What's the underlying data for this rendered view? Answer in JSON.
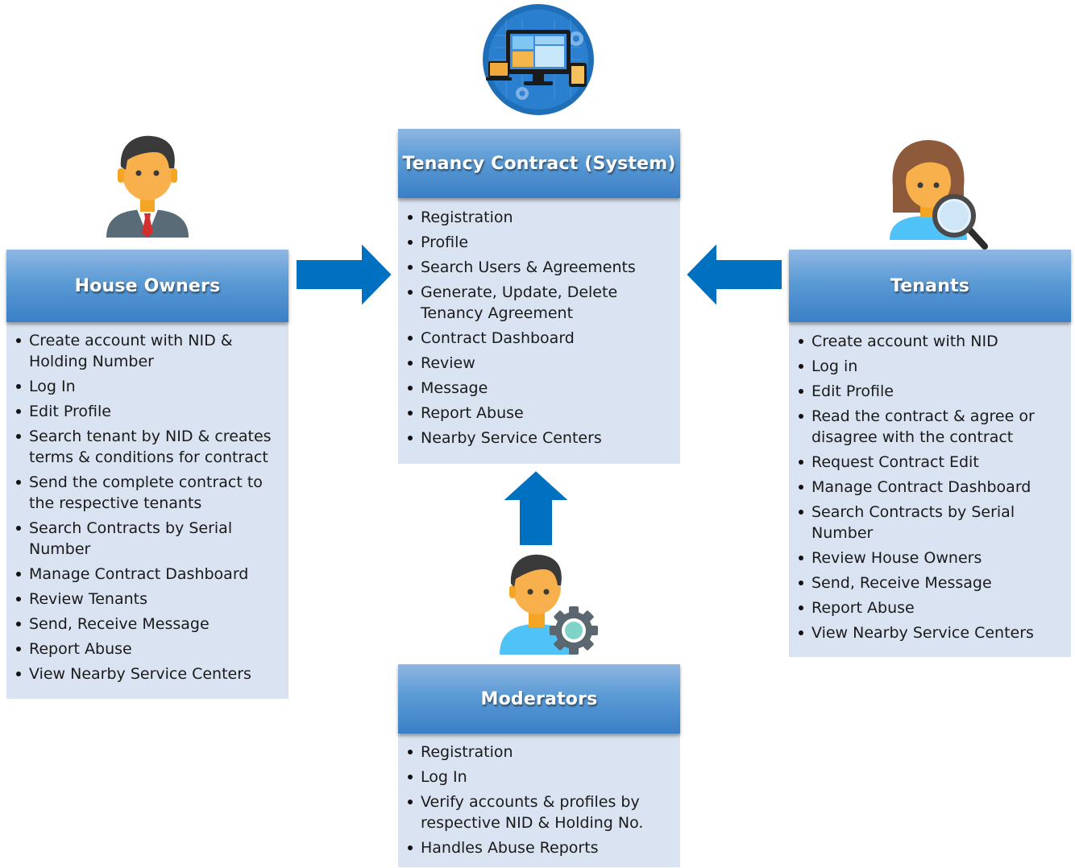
{
  "colors": {
    "header_blue": "#5b9bd5",
    "panel_fill": "#dae3f1",
    "arrow_blue": "#0070c0",
    "person_skin": "#f7b04b",
    "tenant_shirt": "#4fc3f7"
  },
  "center": {
    "icon": "monitor-devices-icon",
    "title": "Tenancy Contract (System)",
    "items": [
      "Registration",
      "Profile",
      "Search Users & Agreements",
      "Generate, Update, Delete Tenancy Agreement",
      "Contract Dashboard",
      "Review",
      "Message",
      "Report Abuse",
      "Nearby Service Centers"
    ]
  },
  "owners": {
    "icon": "businessman-icon",
    "title": "House Owners",
    "items": [
      "Create account with NID & Holding Number",
      "Log In",
      "Edit Profile",
      "Search tenant by NID & creates terms & conditions for contract",
      "Send the complete contract to the respective tenants",
      "Search Contracts by Serial Number",
      "Manage Contract Dashboard",
      "Review Tenants",
      "Send, Receive Message",
      "Report Abuse",
      "View Nearby Service Centers"
    ]
  },
  "tenants": {
    "icon": "woman-search-icon",
    "title": "Tenants",
    "items": [
      "Create account with NID",
      "Log in",
      "Edit Profile",
      "Read the contract & agree or disagree with the contract",
      "Request Contract Edit",
      "Manage Contract Dashboard",
      "Search Contracts by Serial Number",
      "Review House Owners",
      "Send, Receive Message",
      "Report Abuse",
      "View Nearby Service Centers"
    ]
  },
  "moderators": {
    "icon": "man-gear-icon",
    "title": "Moderators",
    "items": [
      "Registration",
      "Log In",
      "Verify accounts & profiles by respective NID & Holding No.",
      "Handles Abuse Reports"
    ]
  }
}
